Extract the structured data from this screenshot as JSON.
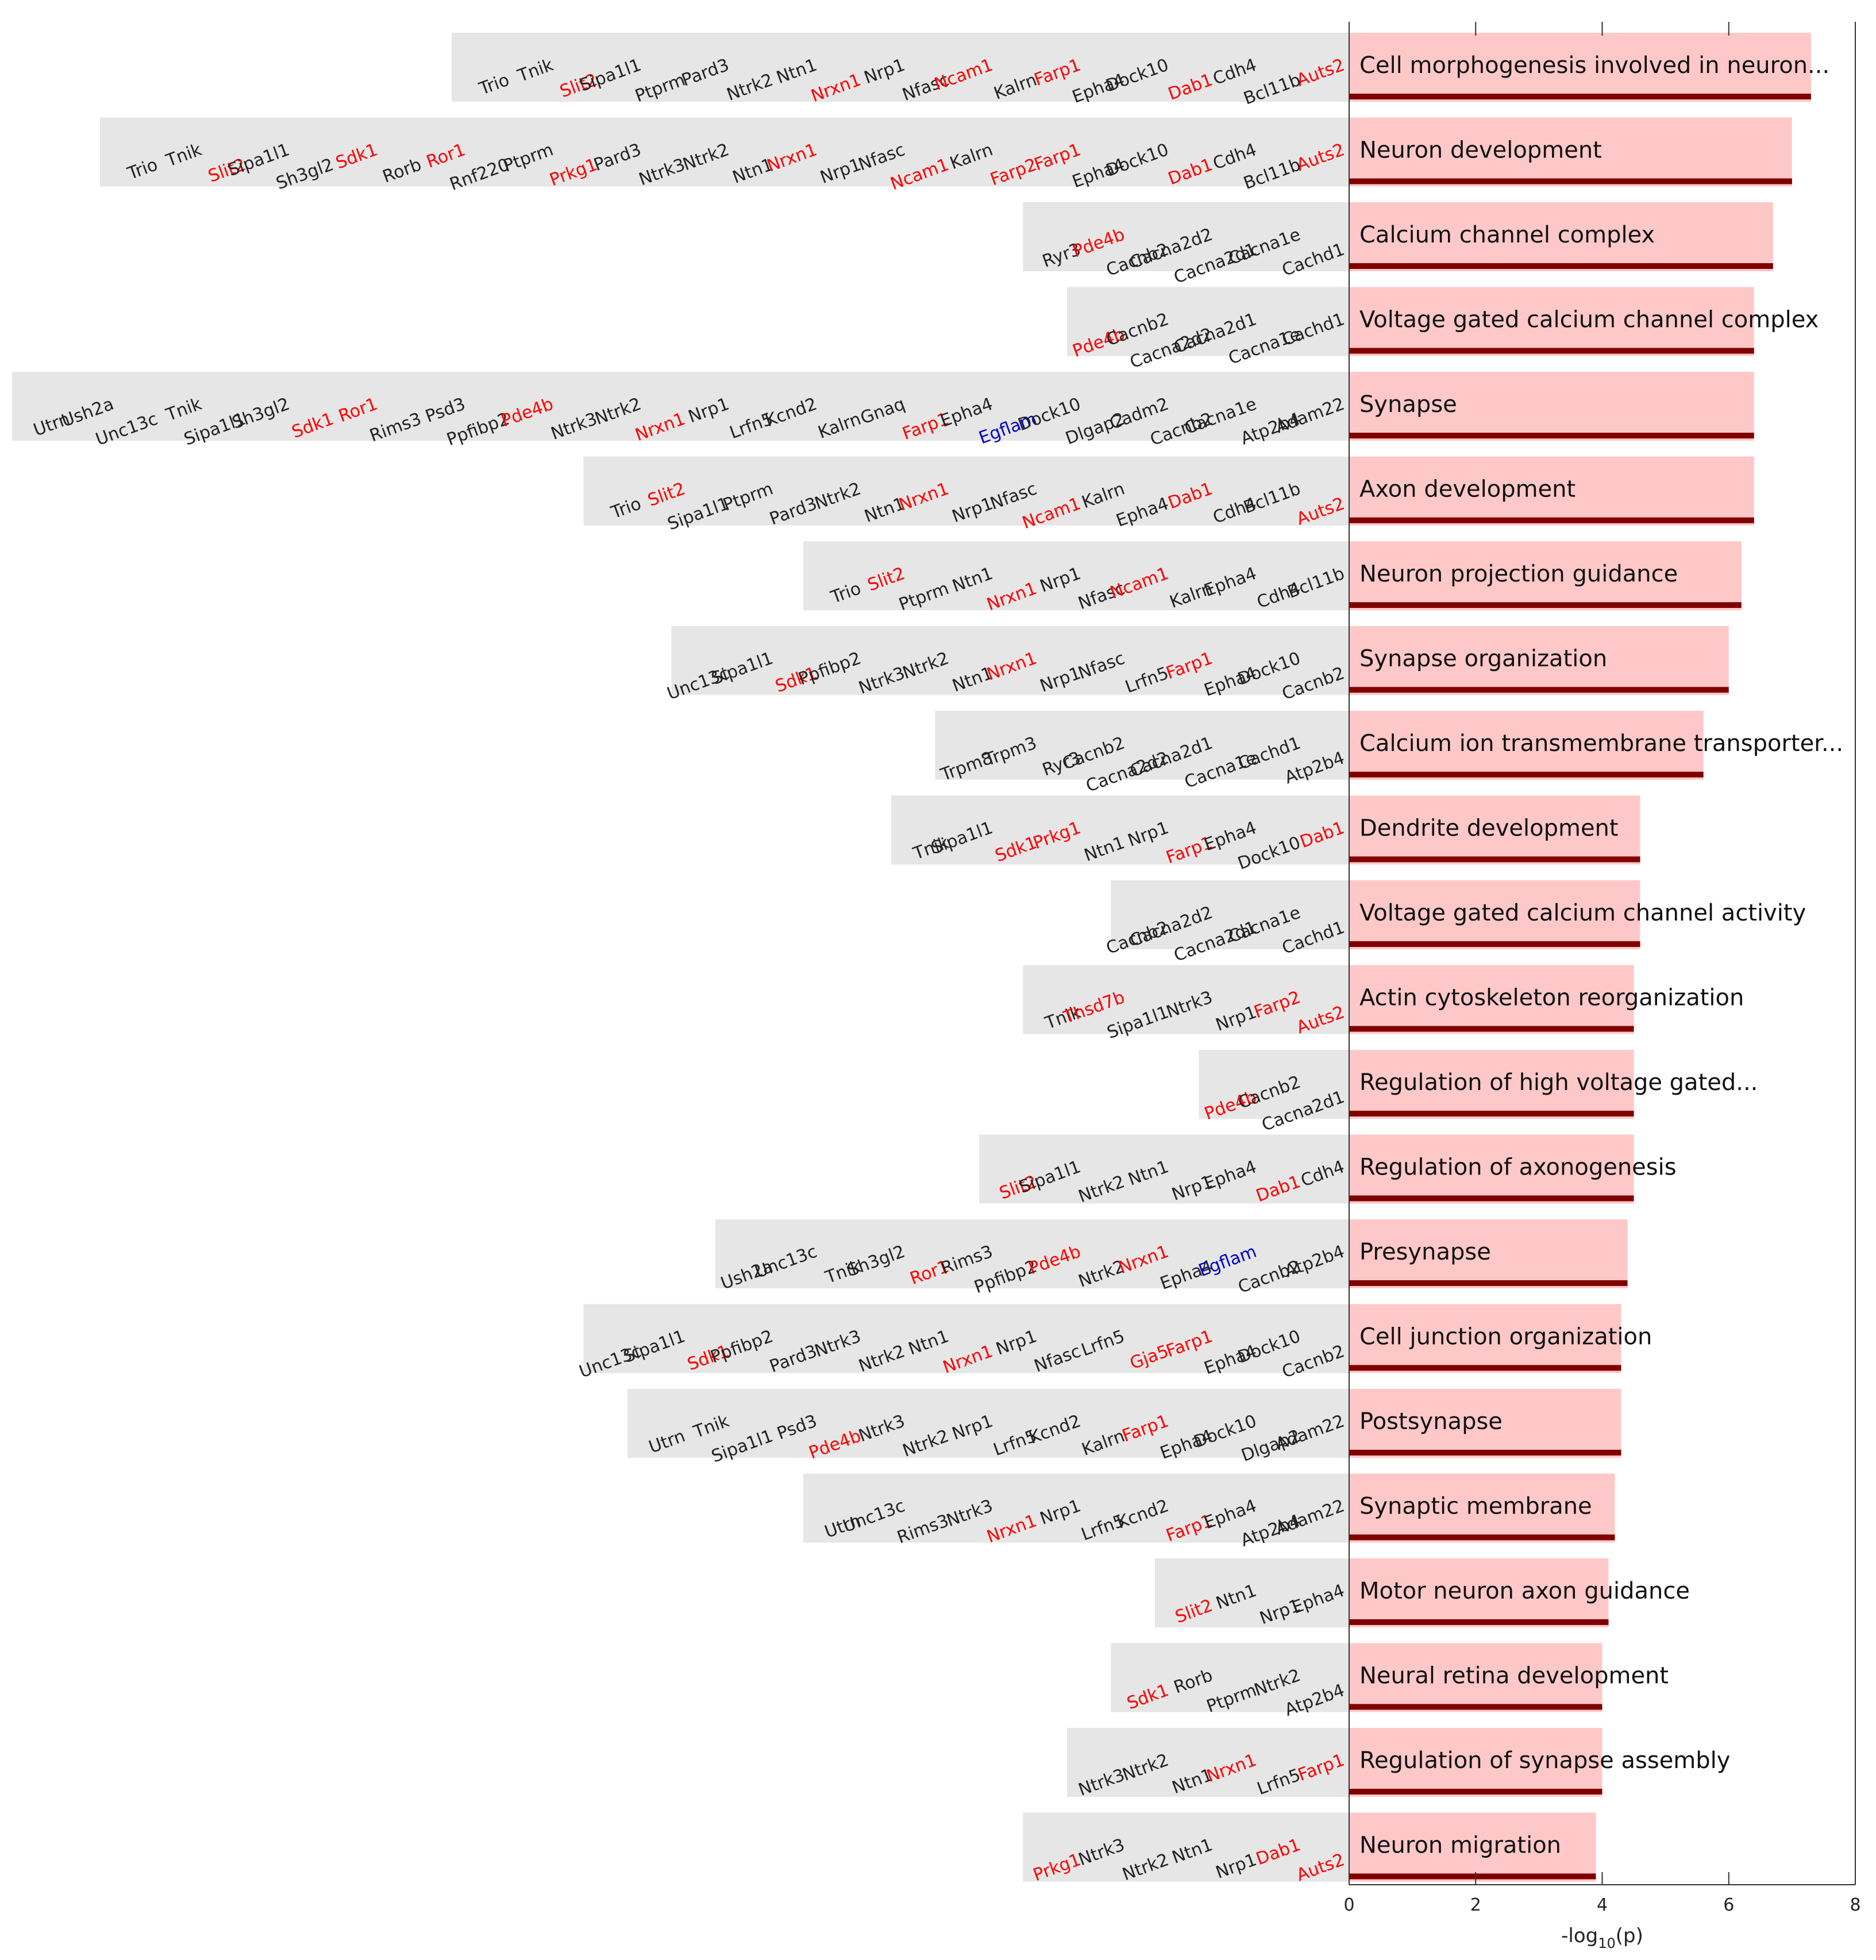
{
  "chart_data": {
    "type": "bar",
    "orientation": "horizontal",
    "xlabel": "-log",
    "xlabel_sub": "10",
    "xlabel_tail": "(p)",
    "xlim": [
      0,
      8
    ],
    "xticks": [
      "0",
      "2",
      "4",
      "6",
      "8"
    ],
    "grid": false,
    "colors": {
      "bar_fill": "#ffc8c8",
      "bar_underline": "#800000",
      "gene_panel": "#e6e6e6",
      "gene_default": "#222222",
      "gene_red": "#ff0000",
      "gene_blue": "#0000cc"
    },
    "categories": [
      "Cell morphogenesis involved in neuron...",
      "Neuron development",
      "Calcium channel complex",
      "Voltage gated calcium channel complex",
      "Synapse",
      "Axon development",
      "Neuron projection guidance",
      "Synapse organization",
      "Calcium ion transmembrane transporter...",
      "Dendrite development",
      "Voltage gated calcium channel activity",
      "Actin cytoskeleton reorganization",
      "Regulation of high voltage gated...",
      "Regulation of axonogenesis",
      "Presynapse",
      "Cell junction organization",
      "Postsynapse",
      "Synaptic membrane",
      "Motor neuron axon guidance",
      "Neural retina development",
      "Regulation of synapse assembly",
      "Neuron migration"
    ],
    "values": [
      7.3,
      7.0,
      6.7,
      6.4,
      6.4,
      6.4,
      6.2,
      6.0,
      5.6,
      4.6,
      4.6,
      4.5,
      4.5,
      4.5,
      4.4,
      4.3,
      4.3,
      4.2,
      4.1,
      4.0,
      4.0,
      3.9
    ],
    "genes": [
      [
        [
          "Trio",
          "k"
        ],
        [
          "Tnik",
          "k"
        ],
        [
          "Slit2",
          "r"
        ],
        [
          "Sipa1l1",
          "k"
        ],
        [
          "Ptprm",
          "k"
        ],
        [
          "Pard3",
          "k"
        ],
        [
          "Ntrk2",
          "k"
        ],
        [
          "Ntn1",
          "k"
        ],
        [
          "Nrxn1",
          "r"
        ],
        [
          "Nrp1",
          "k"
        ],
        [
          "Nfasc",
          "k"
        ],
        [
          "Ncam1",
          "r"
        ],
        [
          "Kalrn",
          "k"
        ],
        [
          "Farp1",
          "r"
        ],
        [
          "Epha4",
          "k"
        ],
        [
          "Dock10",
          "k"
        ],
        [
          "Dab1",
          "r"
        ],
        [
          "Cdh4",
          "k"
        ],
        [
          "Bcl11b",
          "k"
        ],
        [
          "Auts2",
          "r"
        ]
      ],
      [
        [
          "Trio",
          "k"
        ],
        [
          "Tnik",
          "k"
        ],
        [
          "Slit2",
          "r"
        ],
        [
          "Sipa1l1",
          "k"
        ],
        [
          "Sh3gl2",
          "k"
        ],
        [
          "Sdk1",
          "r"
        ],
        [
          "Rorb",
          "k"
        ],
        [
          "Ror1",
          "r"
        ],
        [
          "Rnf220",
          "k"
        ],
        [
          "Ptprm",
          "k"
        ],
        [
          "Prkg1",
          "r"
        ],
        [
          "Pard3",
          "k"
        ],
        [
          "Ntrk3",
          "k"
        ],
        [
          "Ntrk2",
          "k"
        ],
        [
          "Ntn1",
          "k"
        ],
        [
          "Nrxn1",
          "r"
        ],
        [
          "Nrp1",
          "k"
        ],
        [
          "Nfasc",
          "k"
        ],
        [
          "Ncam1",
          "r"
        ],
        [
          "Kalrn",
          "k"
        ],
        [
          "Farp2",
          "r"
        ],
        [
          "Farp1",
          "r"
        ],
        [
          "Epha4",
          "k"
        ],
        [
          "Dock10",
          "k"
        ],
        [
          "Dab1",
          "r"
        ],
        [
          "Cdh4",
          "k"
        ],
        [
          "Bcl11b",
          "k"
        ],
        [
          "Auts2",
          "r"
        ]
      ],
      [
        [
          "Ryr3",
          "k"
        ],
        [
          "Pde4b",
          "r"
        ],
        [
          "Cacnb2",
          "k"
        ],
        [
          "Cacna2d2",
          "k"
        ],
        [
          "Cacna2d1",
          "k"
        ],
        [
          "Cacna1e",
          "k"
        ],
        [
          "Cachd1",
          "k"
        ]
      ],
      [
        [
          "Pde4b",
          "r"
        ],
        [
          "Cacnb2",
          "k"
        ],
        [
          "Cacna2d2",
          "k"
        ],
        [
          "Cacna2d1",
          "k"
        ],
        [
          "Cacna1e",
          "k"
        ],
        [
          "Cachd1",
          "k"
        ]
      ],
      [
        [
          "Utrn",
          "k"
        ],
        [
          "Ush2a",
          "k"
        ],
        [
          "Unc13c",
          "k"
        ],
        [
          "Tnik",
          "k"
        ],
        [
          "Sipa1l1",
          "k"
        ],
        [
          "Sh3gl2",
          "k"
        ],
        [
          "Sdk1",
          "r"
        ],
        [
          "Ror1",
          "r"
        ],
        [
          "Rims3",
          "k"
        ],
        [
          "Psd3",
          "k"
        ],
        [
          "Ppfibp2",
          "k"
        ],
        [
          "Pde4b",
          "r"
        ],
        [
          "Ntrk3",
          "k"
        ],
        [
          "Ntrk2",
          "k"
        ],
        [
          "Nrxn1",
          "r"
        ],
        [
          "Nrp1",
          "k"
        ],
        [
          "Lrfn5",
          "k"
        ],
        [
          "Kcnd2",
          "k"
        ],
        [
          "Kalrn",
          "k"
        ],
        [
          "Gnaq",
          "k"
        ],
        [
          "Farp1",
          "r"
        ],
        [
          "Epha4",
          "k"
        ],
        [
          "Egflam",
          "b"
        ],
        [
          "Dock10",
          "k"
        ],
        [
          "Dlgap2",
          "k"
        ],
        [
          "Cadm2",
          "k"
        ],
        [
          "Cacnb2",
          "k"
        ],
        [
          "Cacna1e",
          "k"
        ],
        [
          "Atp2b4",
          "k"
        ],
        [
          "Adam22",
          "k"
        ]
      ],
      [
        [
          "Trio",
          "k"
        ],
        [
          "Slit2",
          "r"
        ],
        [
          "Sipa1l1",
          "k"
        ],
        [
          "Ptprm",
          "k"
        ],
        [
          "Pard3",
          "k"
        ],
        [
          "Ntrk2",
          "k"
        ],
        [
          "Ntn1",
          "k"
        ],
        [
          "Nrxn1",
          "r"
        ],
        [
          "Nrp1",
          "k"
        ],
        [
          "Nfasc",
          "k"
        ],
        [
          "Ncam1",
          "r"
        ],
        [
          "Kalrn",
          "k"
        ],
        [
          "Epha4",
          "k"
        ],
        [
          "Dab1",
          "r"
        ],
        [
          "Cdh4",
          "k"
        ],
        [
          "Bcl11b",
          "k"
        ],
        [
          "Auts2",
          "r"
        ]
      ],
      [
        [
          "Trio",
          "k"
        ],
        [
          "Slit2",
          "r"
        ],
        [
          "Ptprm",
          "k"
        ],
        [
          "Ntn1",
          "k"
        ],
        [
          "Nrxn1",
          "r"
        ],
        [
          "Nrp1",
          "k"
        ],
        [
          "Nfasc",
          "k"
        ],
        [
          "Ncam1",
          "r"
        ],
        [
          "Kalrn",
          "k"
        ],
        [
          "Epha4",
          "k"
        ],
        [
          "Cdh4",
          "k"
        ],
        [
          "Bcl11b",
          "k"
        ]
      ],
      [
        [
          "Unc13c",
          "k"
        ],
        [
          "Sipa1l1",
          "k"
        ],
        [
          "Sdk1",
          "r"
        ],
        [
          "Ppfibp2",
          "k"
        ],
        [
          "Ntrk3",
          "k"
        ],
        [
          "Ntrk2",
          "k"
        ],
        [
          "Ntn1",
          "k"
        ],
        [
          "Nrxn1",
          "r"
        ],
        [
          "Nrp1",
          "k"
        ],
        [
          "Nfasc",
          "k"
        ],
        [
          "Lrfn5",
          "k"
        ],
        [
          "Farp1",
          "r"
        ],
        [
          "Epha4",
          "k"
        ],
        [
          "Dock10",
          "k"
        ],
        [
          "Cacnb2",
          "k"
        ]
      ],
      [
        [
          "Trpm8",
          "k"
        ],
        [
          "Trpm3",
          "k"
        ],
        [
          "Ryr3",
          "k"
        ],
        [
          "Cacnb2",
          "k"
        ],
        [
          "Cacna2d2",
          "k"
        ],
        [
          "Cacna2d1",
          "k"
        ],
        [
          "Cacna1e",
          "k"
        ],
        [
          "Cachd1",
          "k"
        ],
        [
          "Atp2b4",
          "k"
        ]
      ],
      [
        [
          "Tnik",
          "k"
        ],
        [
          "Sipa1l1",
          "k"
        ],
        [
          "Sdk1",
          "r"
        ],
        [
          "Prkg1",
          "r"
        ],
        [
          "Ntn1",
          "k"
        ],
        [
          "Nrp1",
          "k"
        ],
        [
          "Farp1",
          "r"
        ],
        [
          "Epha4",
          "k"
        ],
        [
          "Dock10",
          "k"
        ],
        [
          "Dab1",
          "r"
        ]
      ],
      [
        [
          "Cacnb2",
          "k"
        ],
        [
          "Cacna2d2",
          "k"
        ],
        [
          "Cacna2d1",
          "k"
        ],
        [
          "Cacna1e",
          "k"
        ],
        [
          "Cachd1",
          "k"
        ]
      ],
      [
        [
          "Tnik",
          "k"
        ],
        [
          "Thsd7b",
          "r"
        ],
        [
          "Sipa1l1",
          "k"
        ],
        [
          "Ntrk3",
          "k"
        ],
        [
          "Nrp1",
          "k"
        ],
        [
          "Farp2",
          "r"
        ],
        [
          "Auts2",
          "r"
        ]
      ],
      [
        [
          "Pde4b",
          "r"
        ],
        [
          "Cacnb2",
          "k"
        ],
        [
          "Cacna2d1",
          "k"
        ]
      ],
      [
        [
          "Slit2",
          "r"
        ],
        [
          "Sipa1l1",
          "k"
        ],
        [
          "Ntrk2",
          "k"
        ],
        [
          "Ntn1",
          "k"
        ],
        [
          "Nrp1",
          "k"
        ],
        [
          "Epha4",
          "k"
        ],
        [
          "Dab1",
          "r"
        ],
        [
          "Cdh4",
          "k"
        ]
      ],
      [
        [
          "Ush2a",
          "k"
        ],
        [
          "Unc13c",
          "k"
        ],
        [
          "Tnik",
          "k"
        ],
        [
          "Sh3gl2",
          "k"
        ],
        [
          "Ror1",
          "r"
        ],
        [
          "Rims3",
          "k"
        ],
        [
          "Ppfibp2",
          "k"
        ],
        [
          "Pde4b",
          "r"
        ],
        [
          "Ntrk2",
          "k"
        ],
        [
          "Nrxn1",
          "r"
        ],
        [
          "Epha4",
          "k"
        ],
        [
          "Egflam",
          "b"
        ],
        [
          "Cacnb2",
          "k"
        ],
        [
          "Atp2b4",
          "k"
        ]
      ],
      [
        [
          "Unc13c",
          "k"
        ],
        [
          "Sipa1l1",
          "k"
        ],
        [
          "Sdk1",
          "r"
        ],
        [
          "Ppfibp2",
          "k"
        ],
        [
          "Pard3",
          "k"
        ],
        [
          "Ntrk3",
          "k"
        ],
        [
          "Ntrk2",
          "k"
        ],
        [
          "Ntn1",
          "k"
        ],
        [
          "Nrxn1",
          "r"
        ],
        [
          "Nrp1",
          "k"
        ],
        [
          "Nfasc",
          "k"
        ],
        [
          "Lrfn5",
          "k"
        ],
        [
          "Gja5",
          "r"
        ],
        [
          "Farp1",
          "r"
        ],
        [
          "Epha4",
          "k"
        ],
        [
          "Dock10",
          "k"
        ],
        [
          "Cacnb2",
          "k"
        ]
      ],
      [
        [
          "Utrn",
          "k"
        ],
        [
          "Tnik",
          "k"
        ],
        [
          "Sipa1l1",
          "k"
        ],
        [
          "Psd3",
          "k"
        ],
        [
          "Pde4b",
          "r"
        ],
        [
          "Ntrk3",
          "k"
        ],
        [
          "Ntrk2",
          "k"
        ],
        [
          "Nrp1",
          "k"
        ],
        [
          "Lrfn5",
          "k"
        ],
        [
          "Kcnd2",
          "k"
        ],
        [
          "Kalrn",
          "k"
        ],
        [
          "Farp1",
          "r"
        ],
        [
          "Epha4",
          "k"
        ],
        [
          "Dock10",
          "k"
        ],
        [
          "Dlgap2",
          "k"
        ],
        [
          "Adam22",
          "k"
        ]
      ],
      [
        [
          "Utrn",
          "k"
        ],
        [
          "Unc13c",
          "k"
        ],
        [
          "Rims3",
          "k"
        ],
        [
          "Ntrk3",
          "k"
        ],
        [
          "Nrxn1",
          "r"
        ],
        [
          "Nrp1",
          "k"
        ],
        [
          "Lrfn5",
          "k"
        ],
        [
          "Kcnd2",
          "k"
        ],
        [
          "Farp1",
          "r"
        ],
        [
          "Epha4",
          "k"
        ],
        [
          "Atp2b4",
          "k"
        ],
        [
          "Adam22",
          "k"
        ]
      ],
      [
        [
          "Slit2",
          "r"
        ],
        [
          "Ntn1",
          "k"
        ],
        [
          "Nrp1",
          "k"
        ],
        [
          "Epha4",
          "k"
        ]
      ],
      [
        [
          "Sdk1",
          "r"
        ],
        [
          "Rorb",
          "k"
        ],
        [
          "Ptprm",
          "k"
        ],
        [
          "Ntrk2",
          "k"
        ],
        [
          "Atp2b4",
          "k"
        ]
      ],
      [
        [
          "Ntrk3",
          "k"
        ],
        [
          "Ntrk2",
          "k"
        ],
        [
          "Ntn1",
          "k"
        ],
        [
          "Nrxn1",
          "r"
        ],
        [
          "Lrfn5",
          "k"
        ],
        [
          "Farp1",
          "r"
        ]
      ],
      [
        [
          "Prkg1",
          "r"
        ],
        [
          "Ntrk3",
          "k"
        ],
        [
          "Ntrk2",
          "k"
        ],
        [
          "Ntn1",
          "k"
        ],
        [
          "Nrp1",
          "k"
        ],
        [
          "Dab1",
          "r"
        ],
        [
          "Auts2",
          "r"
        ]
      ]
    ]
  }
}
